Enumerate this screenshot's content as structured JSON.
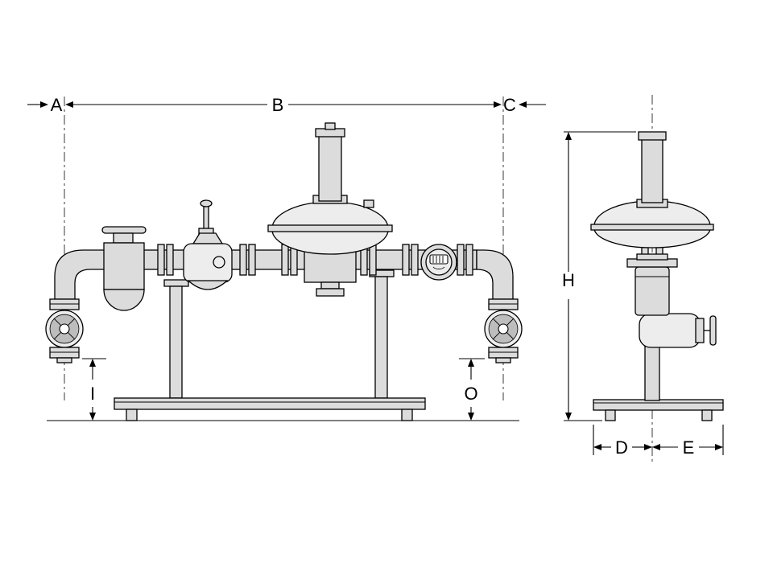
{
  "labels": {
    "a": "A",
    "b": "B",
    "c": "C",
    "h": "H",
    "i": "I",
    "o": "O",
    "d": "D",
    "e": "E"
  },
  "colors": {
    "background": "#ffffff",
    "line": "#000000",
    "component_fill": "#dcdcdc",
    "component_fill_light": "#ededed",
    "wedge_fill": "#bdbdbd",
    "centerline": "#3a3a3a"
  }
}
